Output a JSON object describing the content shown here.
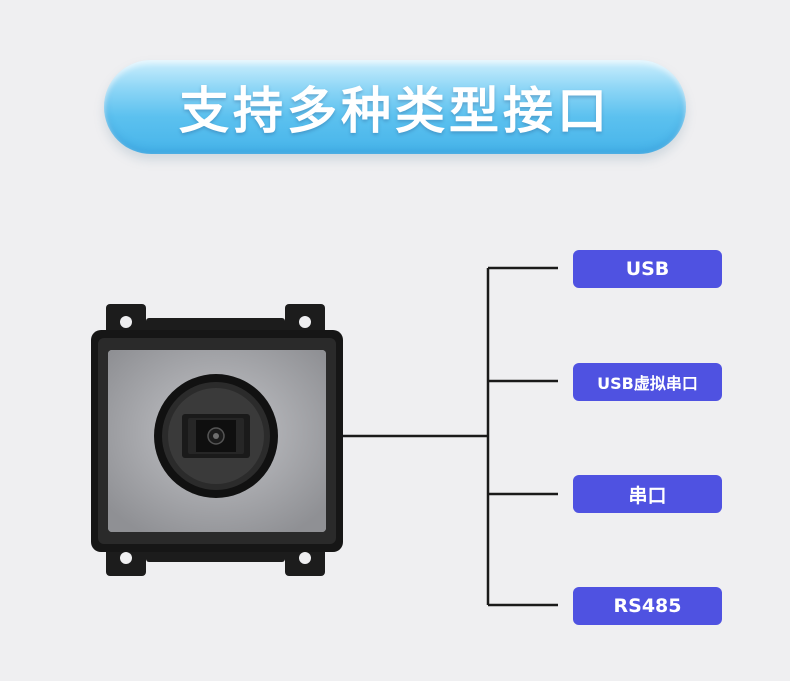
{
  "title": "支持多种类型接口",
  "interfaces": [
    {
      "label": "USB"
    },
    {
      "label": "USB虚拟串口"
    },
    {
      "label": "串口"
    },
    {
      "label": "RS485"
    }
  ],
  "colors": {
    "background": "#efeff1",
    "title_pill": "#5cc1ef",
    "interface_box": "#4f52e1",
    "connector_line": "#1a1a1a"
  },
  "device": {
    "icon": "barcode-scanner-module-icon"
  }
}
